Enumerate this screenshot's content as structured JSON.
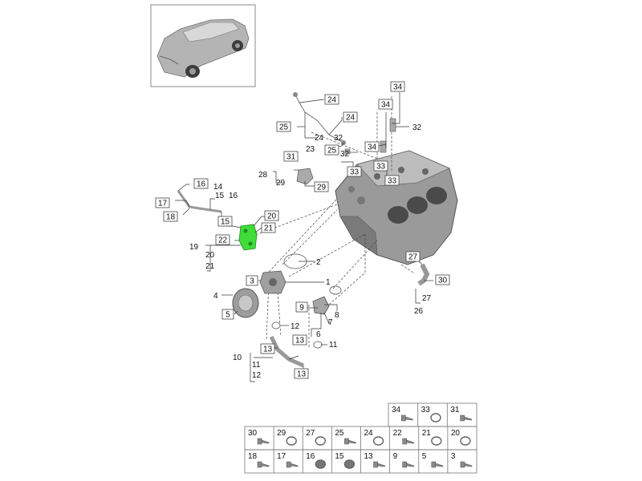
{
  "callouts": {
    "n34a": "34",
    "n34b": "34",
    "n34c": "34",
    "n32a": "32",
    "n32b": "32",
    "n32c": "32",
    "n24a": "24",
    "n24b": "24",
    "n24c": "24",
    "n25a": "25",
    "n25b": "25",
    "n23": "23",
    "n33a": "33",
    "n33b": "33",
    "n33c": "33",
    "n31": "31",
    "n28": "28",
    "n29a": "29",
    "n29b": "29",
    "n14": "14",
    "n15a": "15",
    "n15b": "15",
    "n16a": "16",
    "n16b": "16",
    "n17": "17",
    "n18": "18",
    "n19": "19",
    "n20a": "20",
    "n20b": "20",
    "n21a": "21",
    "n21b": "21",
    "n22": "22",
    "n1": "1",
    "n2": "2",
    "n3": "3",
    "n4": "4",
    "n5": "5",
    "n6": "6",
    "n7": "7",
    "n8": "8",
    "n9": "9",
    "n10": "10",
    "n11a": "11",
    "n11b": "11",
    "n12a": "12",
    "n12b": "12",
    "n13a": "13",
    "n13b": "13",
    "n13c": "13",
    "n26": "26",
    "n27a": "27",
    "n27b": "27",
    "n30": "30"
  },
  "fastener_table": {
    "top_row": [
      "34",
      "33",
      "31"
    ],
    "middle_row": [
      "30",
      "29",
      "27",
      "25",
      "24",
      "22",
      "21",
      "20"
    ],
    "bottom_row": [
      "18",
      "17",
      "16",
      "15",
      "13",
      "9",
      "5",
      "3"
    ]
  },
  "colors": {
    "highlight_part": "#3fdc3a",
    "engine_grey": "#9a9a9a",
    "car_grey": "#b4b4b4"
  },
  "icons": {
    "thumbnail": "car-suv-icon",
    "engine": "engine-block-icon"
  }
}
